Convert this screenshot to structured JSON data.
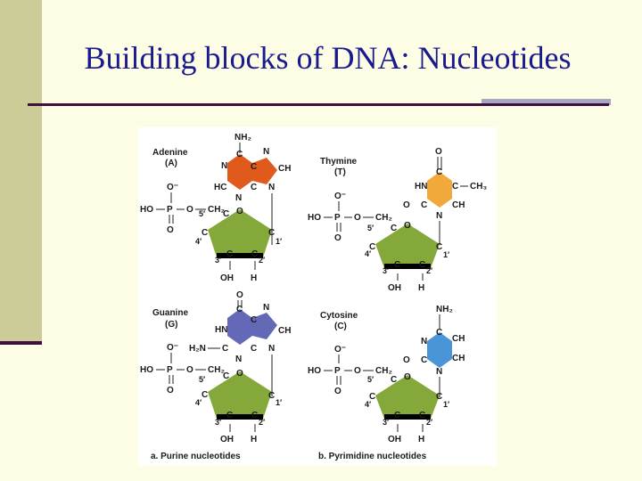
{
  "title": "Building blocks of DNA: Nucleotides",
  "colors": {
    "purine_a": "#e05a1c",
    "pyrimidine_t": "#f2a93b",
    "purine_g": "#6369b6",
    "pyrimidine_c": "#4a94d8",
    "sugar": "#85a83a"
  },
  "phosphate": {
    "o_minus": "O⁻",
    "ho": "HO",
    "p": "P",
    "o": "O",
    "ch2": "CH₂",
    "o_bottom": "O"
  },
  "sugar": {
    "c": "C",
    "o": "O",
    "c1": "1′",
    "c2": "2′",
    "c3": "3′",
    "c4": "4′",
    "c5": "5′",
    "oh": "OH",
    "h": "H"
  },
  "adenine": {
    "name": "Adenine",
    "abbr": "(A)",
    "nh2": "NH₂",
    "n": "N",
    "c": "C",
    "ch": "CH",
    "hc": "HC"
  },
  "thymine": {
    "name": "Thymine",
    "abbr": "(T)",
    "o": "O",
    "hn": "HN",
    "ch3": "CH₃",
    "ch": "CH",
    "n": "N",
    "c": "C"
  },
  "guanine": {
    "name": "Guanine",
    "abbr": "(G)",
    "o": "O",
    "hn": "HN",
    "h2n": "H₂N",
    "n": "N",
    "c": "C",
    "ch": "CH"
  },
  "cytosine": {
    "name": "Cytosine",
    "abbr": "(C)",
    "nh2": "NH₂",
    "n": "N",
    "c": "C",
    "ch": "CH",
    "o": "O"
  },
  "captions": {
    "purine": "a. Purine nucleotides",
    "pyrimidine": "b. Pyrimidine nucleotides"
  }
}
